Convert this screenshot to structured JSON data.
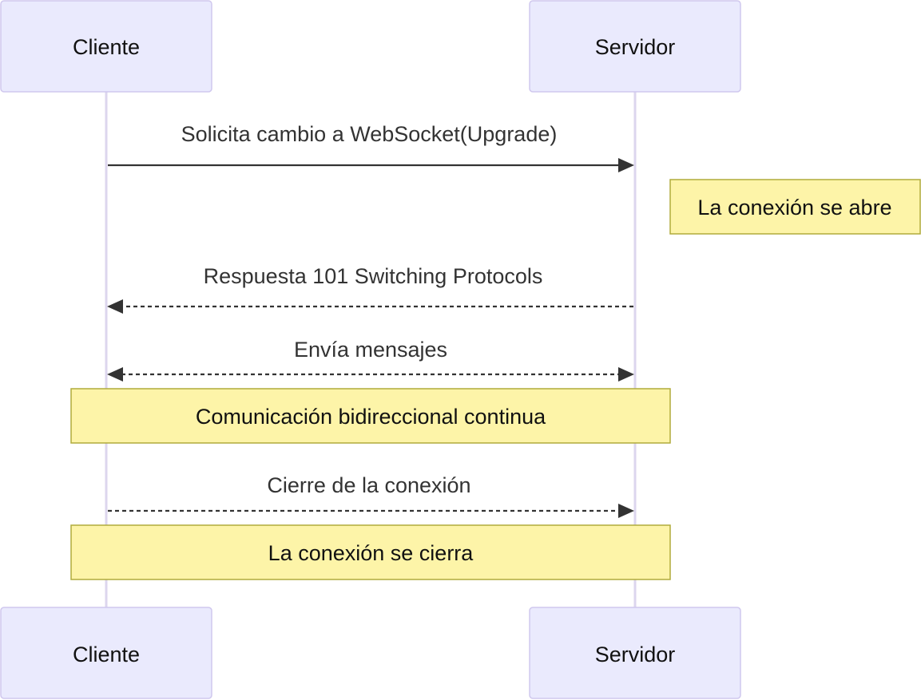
{
  "actors": {
    "client": "Cliente",
    "server": "Servidor"
  },
  "messages": [
    {
      "label": "Solicita cambio a WebSocket(Upgrade)",
      "from": "Cliente",
      "to": "Servidor",
      "style": "solid"
    },
    {
      "label": "Respuesta 101 Switching Protocols",
      "from": "Servidor",
      "to": "Cliente",
      "style": "dashed"
    },
    {
      "label": "Envía mensajes",
      "from": "Cliente",
      "to": "Servidor",
      "style": "dashed",
      "bidirectional": true
    },
    {
      "label": "Cierre de la conexión",
      "from": "Cliente",
      "to": "Servidor",
      "style": "dashed"
    }
  ],
  "notes": [
    {
      "text": "La conexión se abre",
      "placement": "right of Servidor"
    },
    {
      "text": "Comunicación bidireccional continua",
      "placement": "over Cliente, Servidor"
    },
    {
      "text": "La conexión se cierra",
      "placement": "over Cliente, Servidor"
    }
  ],
  "colors": {
    "actor_fill": "#eaeafd",
    "actor_stroke": "#d0c8ee",
    "note_fill": "#fdf4a8",
    "note_stroke": "#b0ab3c",
    "line": "#333333"
  }
}
